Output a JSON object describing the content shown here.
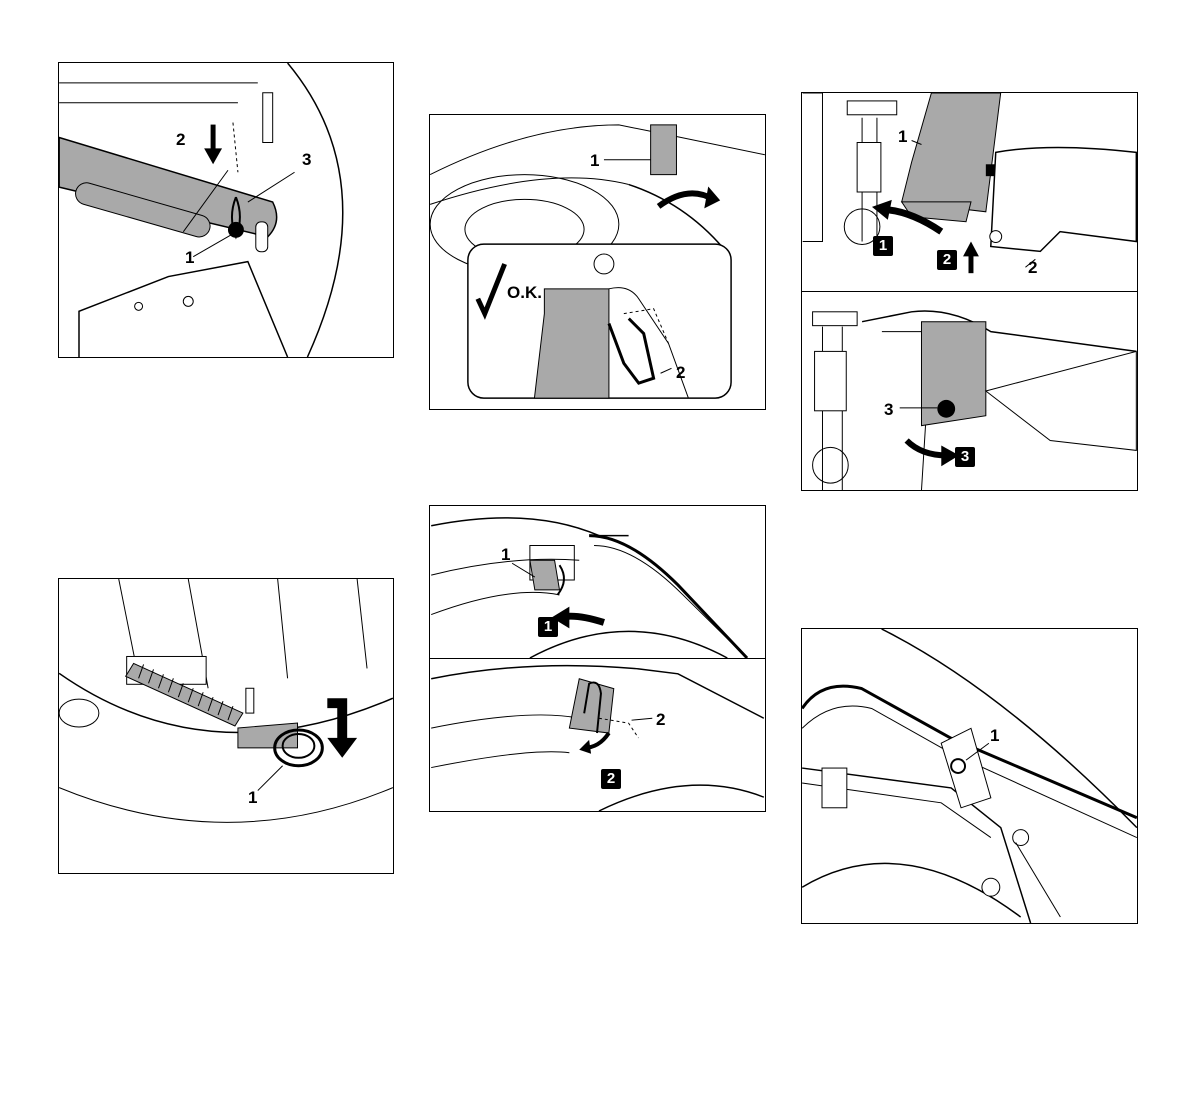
{
  "figures": [
    {
      "id": "fig-a",
      "callouts": [
        "1",
        "2",
        "3"
      ]
    },
    {
      "id": "fig-b",
      "callouts": [
        "1"
      ]
    },
    {
      "id": "fig-c",
      "callouts": [
        "1",
        "2"
      ],
      "check_label": "O.K."
    },
    {
      "id": "fig-d-top",
      "callouts": [
        "1"
      ],
      "steps": [
        "1"
      ]
    },
    {
      "id": "fig-d-bottom",
      "callouts": [
        "2"
      ],
      "steps": [
        "2"
      ]
    },
    {
      "id": "fig-e-top",
      "callouts": [
        "1",
        "2"
      ],
      "steps": [
        "1",
        "2"
      ]
    },
    {
      "id": "fig-e-bottom",
      "callouts": [
        "3"
      ],
      "steps": [
        "3"
      ]
    },
    {
      "id": "fig-f",
      "callouts": [
        "1"
      ]
    }
  ],
  "colors": {
    "line": "#000000",
    "part_fill": "#a9a9a9",
    "background": "#ffffff"
  },
  "icons": [
    "arrow-down-icon",
    "curved-arrow-icon",
    "checkmark-icon",
    "step-badge-icon"
  ]
}
